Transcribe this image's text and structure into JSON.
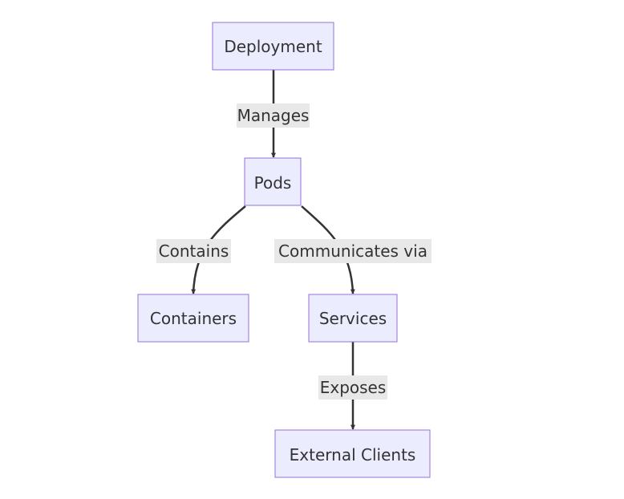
{
  "diagram": {
    "type": "flowchart",
    "direction": "top-down",
    "nodes": {
      "deployment": "Deployment",
      "pods": "Pods",
      "containers": "Containers",
      "services": "Services",
      "external_clients": "External Clients"
    },
    "edges": [
      {
        "from": "Deployment",
        "to": "Pods",
        "label": "Manages"
      },
      {
        "from": "Pods",
        "to": "Containers",
        "label": "Contains"
      },
      {
        "from": "Pods",
        "to": "Services",
        "label": "Communicates via"
      },
      {
        "from": "Services",
        "to": "External Clients",
        "label": "Exposes"
      }
    ],
    "colors": {
      "node_fill": "#ececff",
      "node_border": "#9370db",
      "edge": "#333333",
      "edge_label_background": "#e8e8e8",
      "text": "#333333"
    }
  }
}
